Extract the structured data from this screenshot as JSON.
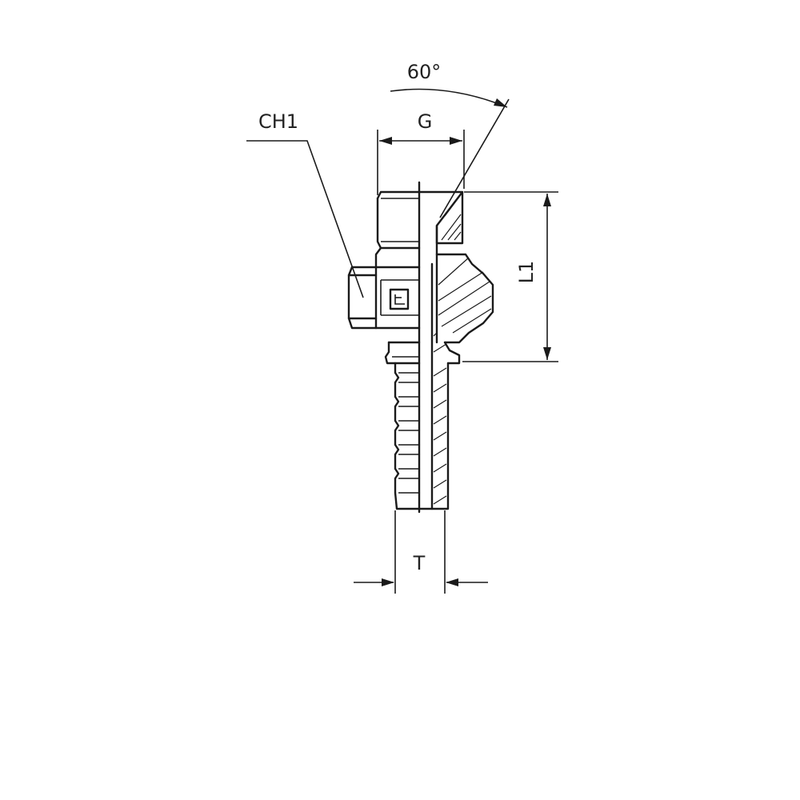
{
  "labels": {
    "angle": "60°",
    "thread": "G",
    "hex": "CH1",
    "length": "L1",
    "tail": "T"
  },
  "colors": {
    "line": "#1a1a1a",
    "background": "#ffffff"
  }
}
